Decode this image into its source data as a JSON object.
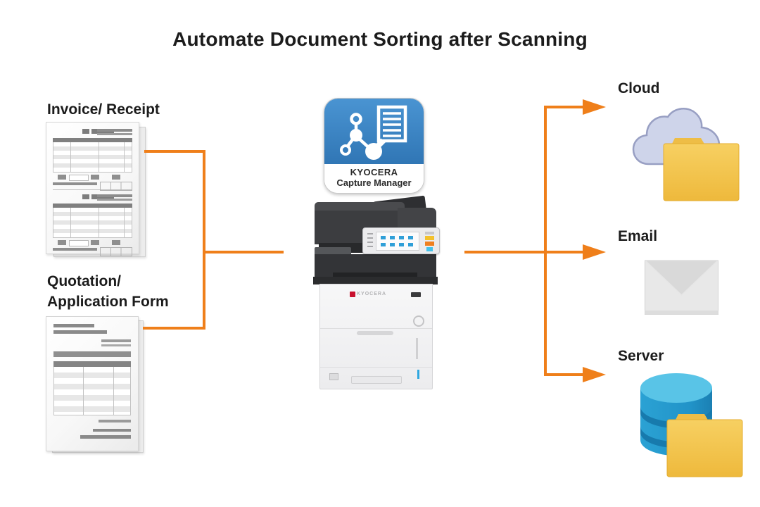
{
  "title": "Automate Document Sorting after Scanning",
  "sources": [
    {
      "id": "invoice",
      "label": "Invoice/ Receipt",
      "icon": "invoice-receipt-document-stack"
    },
    {
      "id": "quotation",
      "label_lines": [
        "Quotation/",
        "Application Form"
      ],
      "icon": "quotation-application-form-document"
    }
  ],
  "capture_app": {
    "brand": "KYOCERA",
    "product": "Capture Manager",
    "icon": "kyocera-capture-manager-app-icon",
    "accent_color": "#3a87c8"
  },
  "device": {
    "name": "KYOCERA multifunction printer scanner",
    "brand_logo": "KYOCERA",
    "icon": "kyocera-mfp-printer"
  },
  "destinations": [
    {
      "id": "cloud",
      "label": "Cloud",
      "icon": "cloud-folder-icon"
    },
    {
      "id": "email",
      "label": "Email",
      "icon": "email-envelope-icon"
    },
    {
      "id": "server",
      "label": "Server",
      "icon": "server-database-folder-icon"
    }
  ],
  "colors": {
    "connector_orange": "#ef7f1a",
    "app_blue": "#3a87c8",
    "folder_yellow": "#f2c34d",
    "cloud_fill": "#ced4ea",
    "database_blue": "#2196cc",
    "envelope_gray": "#e7e7e7",
    "text": "#1c1c1c"
  }
}
